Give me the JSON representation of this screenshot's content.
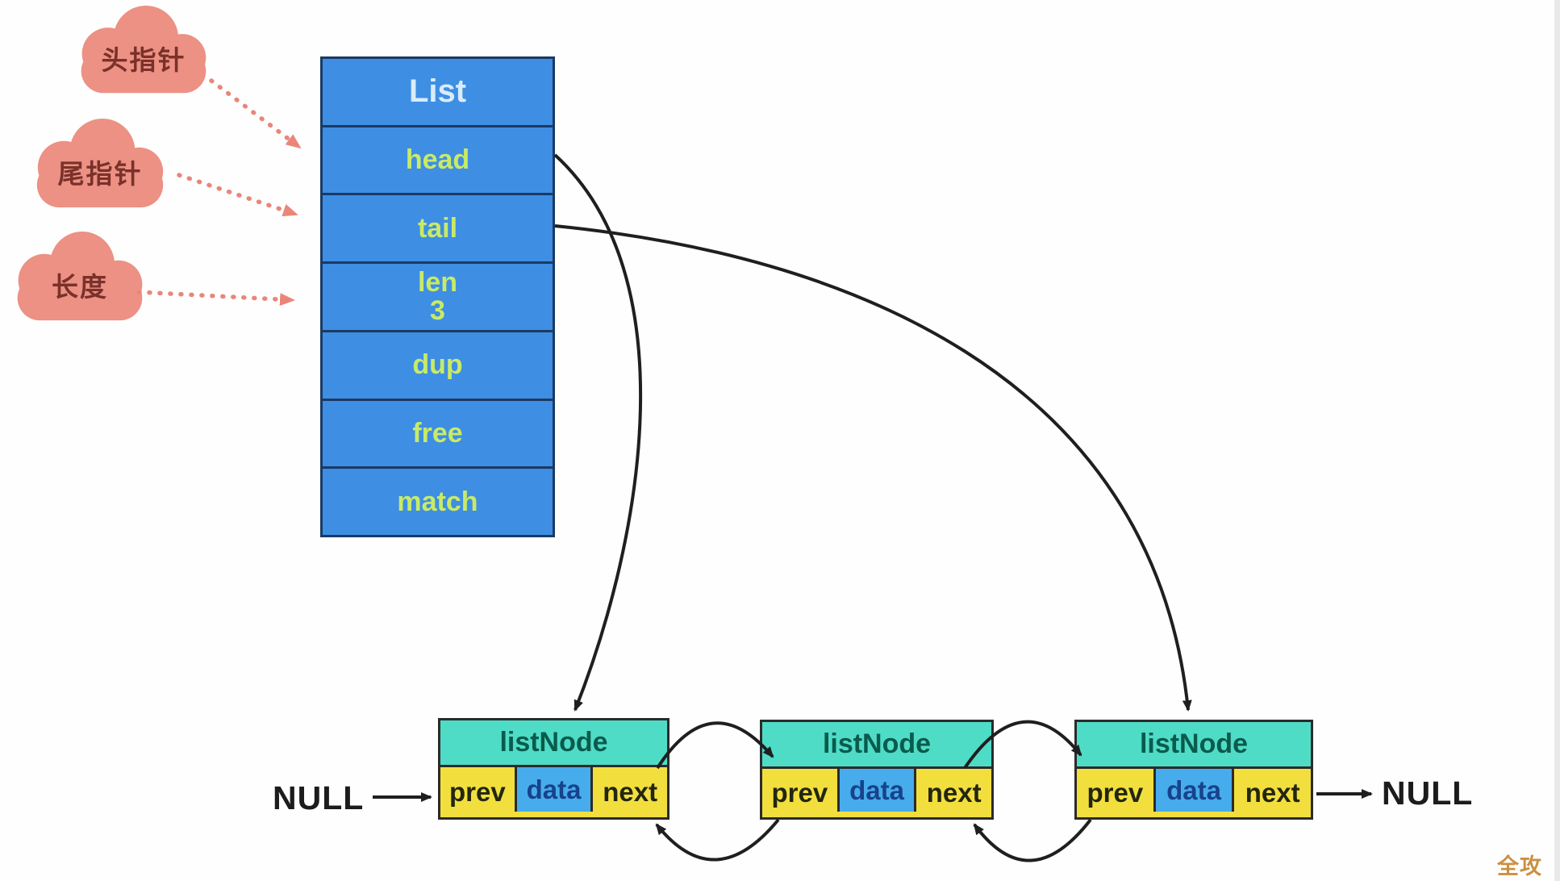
{
  "clouds": [
    {
      "label": "头指针"
    },
    {
      "label": "尾指针"
    },
    {
      "label": "长度"
    }
  ],
  "list": {
    "title": "List",
    "rows": [
      {
        "label": "head"
      },
      {
        "label": "tail"
      },
      {
        "label": "len",
        "value": "3"
      },
      {
        "label": "dup"
      },
      {
        "label": "free"
      },
      {
        "label": "match"
      }
    ]
  },
  "nodes": [
    {
      "title": "listNode",
      "cells": [
        "prev",
        "data",
        "next"
      ]
    },
    {
      "title": "listNode",
      "cells": [
        "prev",
        "data",
        "next"
      ]
    },
    {
      "title": "listNode",
      "cells": [
        "prev",
        "data",
        "next"
      ]
    }
  ],
  "labels": {
    "null_left": "NULL",
    "null_right": "NULL"
  },
  "watermark": "全攻略",
  "colors": {
    "list_fill": "#3E8EE3",
    "list_border": "#1B3A63",
    "list_title_text": "#D8ECFA",
    "list_field_text": "#C8EA67",
    "node_header_fill": "#4FDCC7",
    "node_header_text": "#0A5B4D",
    "cell_yellow": "#F2DF3E",
    "cell_data_blue": "#47ACEC",
    "cell_data_text": "#17428C",
    "cloud_fill": "#EC9184",
    "cloud_text": "#7A312A",
    "dotted_arrow": "#EA8679",
    "solid_arrow": "#1F1F1F",
    "watermark_text": "#CB9040"
  }
}
